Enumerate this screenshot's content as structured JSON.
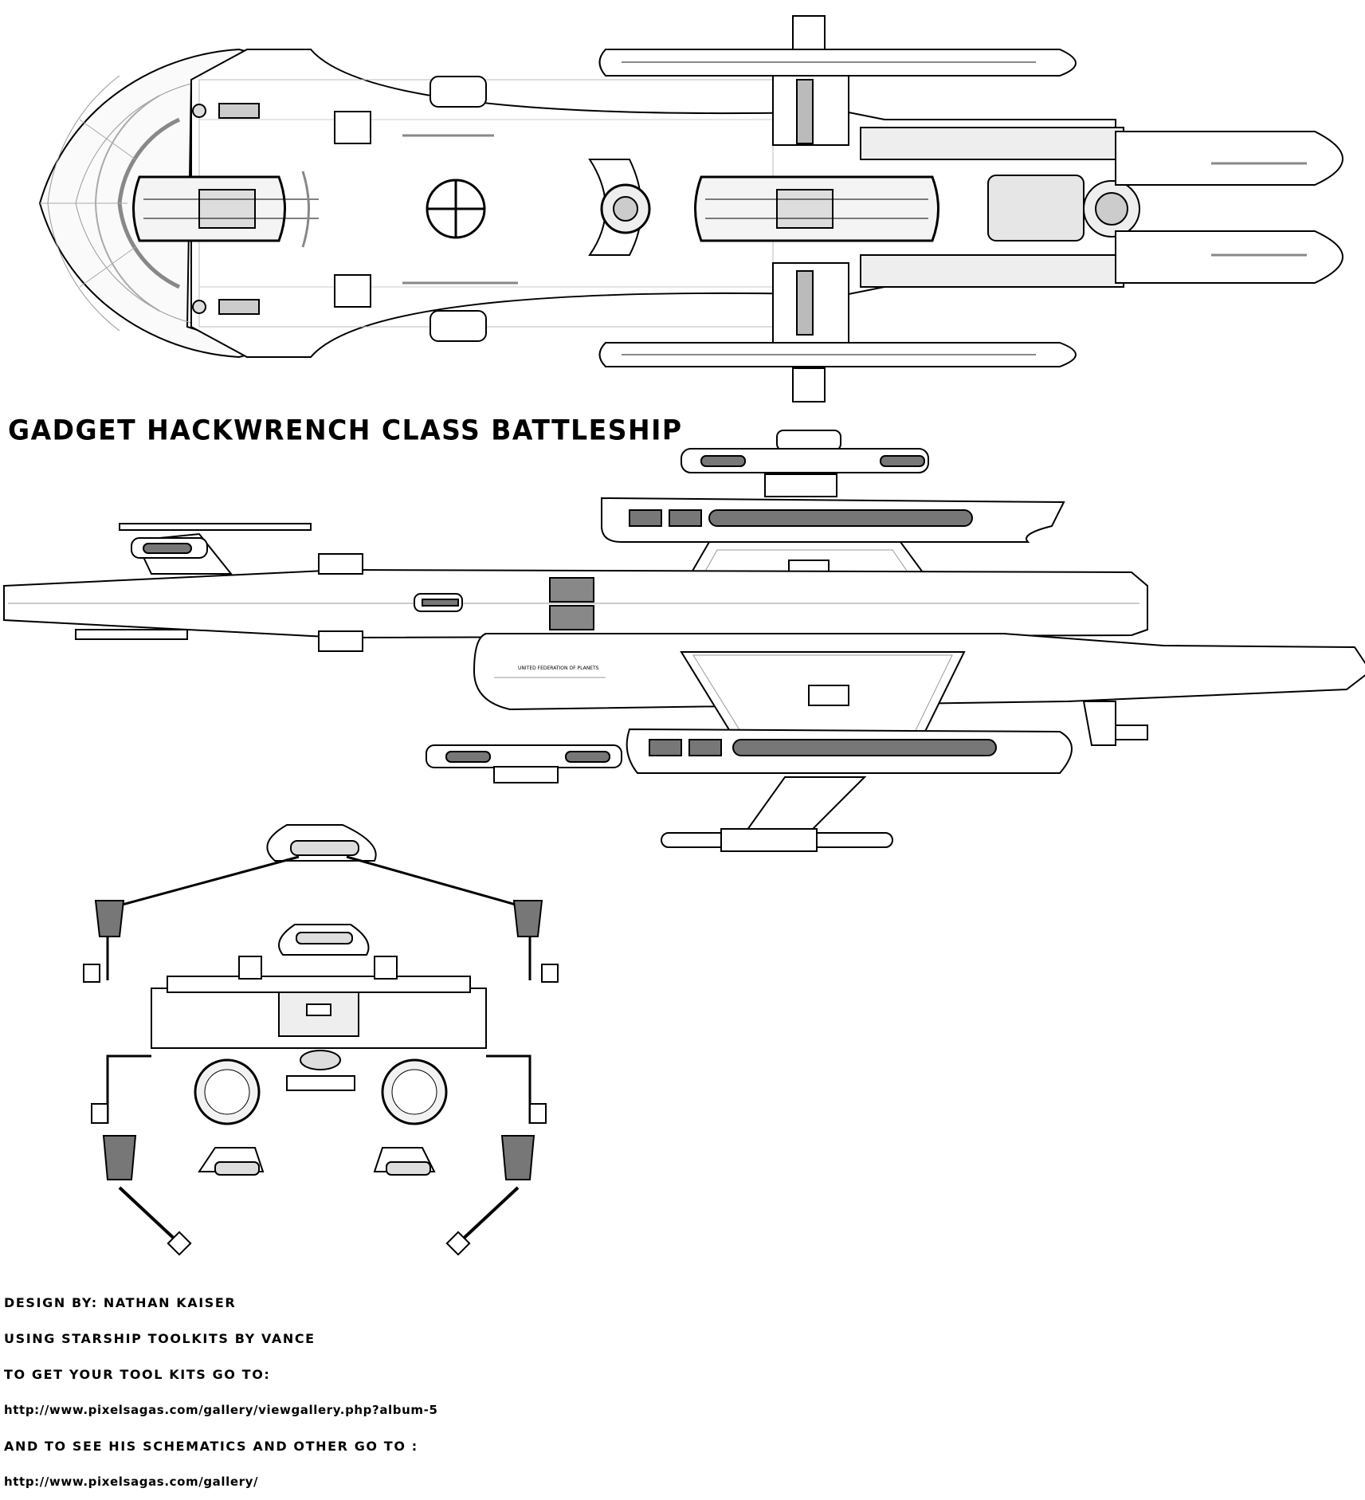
{
  "title": "GADGET HACKWRENCH CLASS BATTLESHIP",
  "credits": [
    "DESIGN BY: NATHAN KAISER",
    "USING STARSHIP TOOLKITS BY VANCE",
    "TO GET YOUR TOOL KITS GO TO:",
    "http://www.pixelsagas.com/gallery/viewgallery.php?album-5",
    "AND TO SEE HIS SCHEMATICS AND OTHER GO TO :",
    "http://www.pixelsagas.com/gallery/"
  ],
  "hull_text": "UNITED FEDERATION OF PLANETS",
  "colors": {
    "line": "#000000",
    "fill": "#ffffff",
    "panel": "#f2f2f2",
    "shade": "#7a7a7a",
    "dark": "#444444"
  }
}
